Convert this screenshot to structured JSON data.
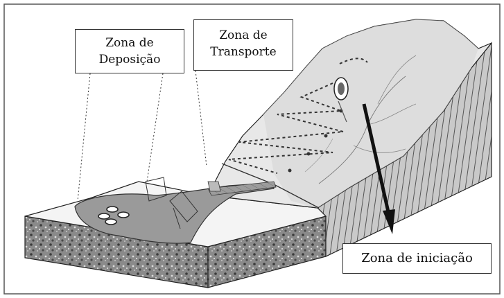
{
  "labels": {
    "deposicao": [
      "Zona de",
      "Deposição"
    ],
    "transporte": [
      "Zona de",
      "Transporte"
    ],
    "iniciacao": "Zona de iniciação"
  },
  "icons": {
    "slope": "hillside-3d-block",
    "flow_path": "zigzag-flow-path",
    "source": "landslide-source-scar",
    "arrow": "down-arrow",
    "deposit": "deposit-fan",
    "boulders": "boulder-blocks"
  },
  "colors": {
    "background": "#ffffff",
    "hill_light": "#e9e9e9",
    "hill_shade": "#d7d7d7",
    "striped_face": "#9a9a9a",
    "soil_block": "#7a7a7a",
    "deposit": "#8c8c8c",
    "ink": "#222222"
  }
}
